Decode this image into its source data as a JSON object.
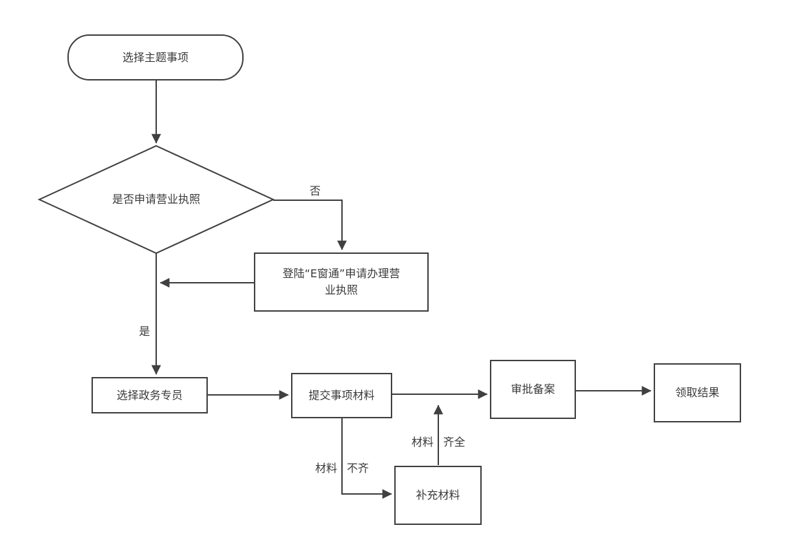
{
  "flowchart": {
    "background": "#ffffff",
    "stroke_color": "#404040",
    "text_color": "#3a3a3a",
    "nodes": {
      "start": {
        "shape": "terminator",
        "label": "选择主题事项"
      },
      "decision": {
        "shape": "diamond",
        "label": "是否申请营业执照"
      },
      "ewindow": {
        "shape": "rect",
        "label": "登陆“E窗通”申请办理营业执照",
        "lines": [
          "登陆“E窗通”申请办理营",
          "业执照"
        ]
      },
      "specialist": {
        "shape": "rect",
        "label": "选择政务专员"
      },
      "submit": {
        "shape": "rect",
        "label": "提交事项材料"
      },
      "approval": {
        "shape": "rect",
        "label": "审批备案"
      },
      "result": {
        "shape": "rect",
        "label": "领取结果"
      },
      "supplement": {
        "shape": "rect",
        "label": "补充材料"
      }
    },
    "edge_labels": {
      "no": "否",
      "yes": "是",
      "materials_incomplete": "材料 不齐",
      "materials_complete": "材料 齐全"
    }
  }
}
